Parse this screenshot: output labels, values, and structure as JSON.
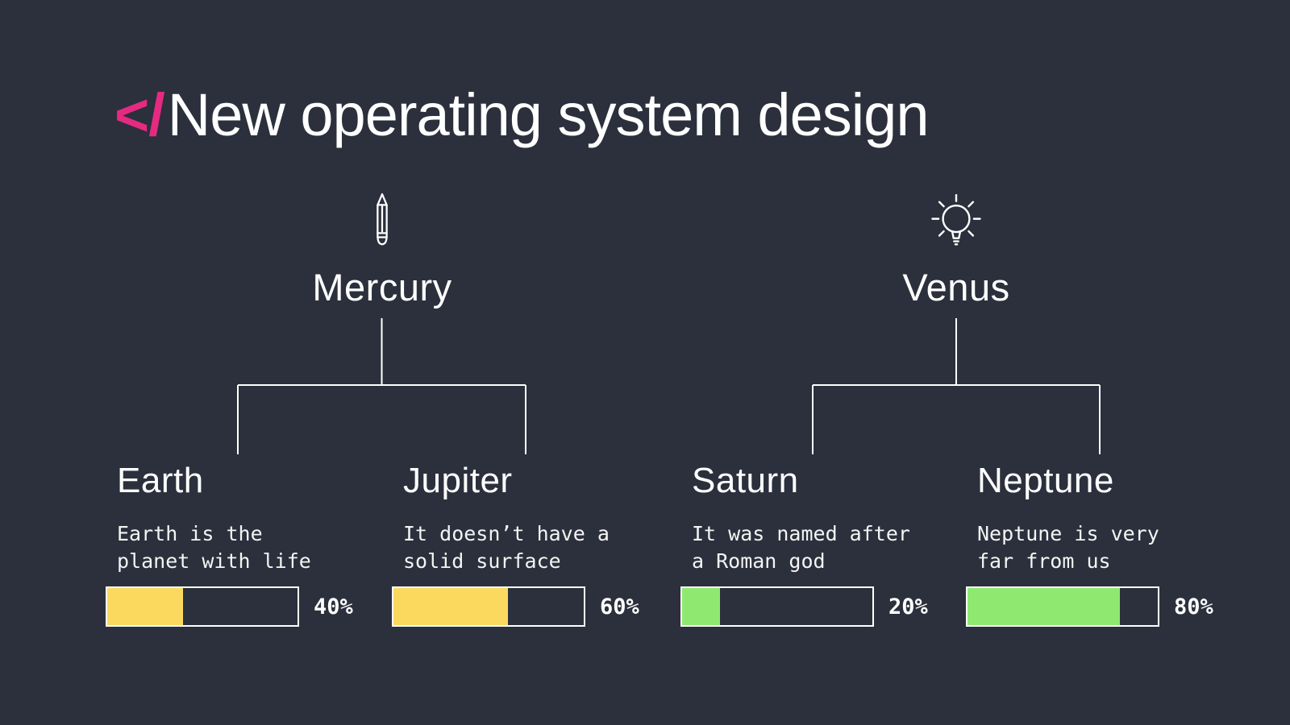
{
  "title": {
    "prefix": "</",
    "text": "New operating system design"
  },
  "colors": {
    "background": "#2B303C",
    "accent_pink": "#E52A82",
    "bar_yellow": "#FBD95F",
    "bar_green": "#8FE970",
    "line_white": "#FFFFFF"
  },
  "sections": [
    {
      "name": "Mercury",
      "icon": "pencil-icon",
      "children": [
        {
          "name": "Earth",
          "line1": "Earth is the",
          "line2": "planet with life",
          "percent": 40,
          "percent_label": "40%",
          "color": "#FBD95F"
        },
        {
          "name": "Jupiter",
          "line1": "It doesn’t have a",
          "line2": "solid surface",
          "percent": 60,
          "percent_label": "60%",
          "color": "#FBD95F"
        }
      ]
    },
    {
      "name": "Venus",
      "icon": "lightbulb-icon",
      "children": [
        {
          "name": "Saturn",
          "line1": "It was named after",
          "line2": "a Roman god",
          "percent": 20,
          "percent_label": "20%",
          "color": "#8FE970"
        },
        {
          "name": "Neptune",
          "line1": "Neptune is very",
          "line2": "far from us",
          "percent": 80,
          "percent_label": "80%",
          "color": "#8FE970"
        }
      ]
    }
  ]
}
